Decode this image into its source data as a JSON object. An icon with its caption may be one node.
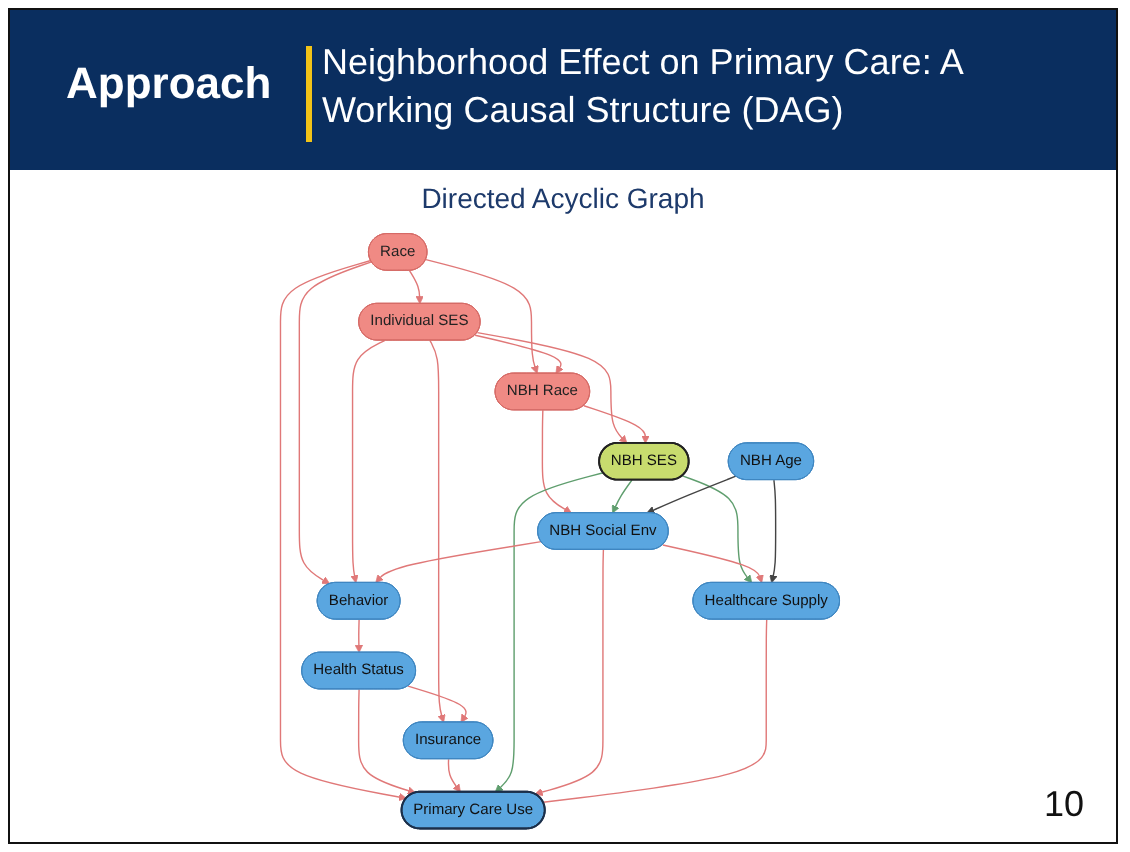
{
  "diagram": {
    "title": "Neighborhood Effect on Primary Care: A Working Causal Structure (DAG)",
    "nodes": [
      {
        "text": [
          "Race"
        ]
      },
      {
        "text": [
          "Insurance"
        ]
      },
      {
        "text": [
          "Health Status"
        ]
      },
      {
        "text": [
          "Individual SES"
        ]
      },
      {
        "text": [
          "Behavior"
        ]
      },
      {
        "text": [
          "NBH Race"
        ]
      },
      {
        "text": [
          "NBH SES"
        ]
      },
      {
        "text": [
          "Primary Care Use"
        ]
      },
      {
        "text": [
          "NBH Social Env"
        ]
      },
      {
        "text": [
          "Healthcare Supply"
        ]
      },
      {
        "text": [
          "NBH Age"
        ]
      }
    ],
    "edges": [
      {
        "from": 0,
        "to": 3,
        "arrow": "to"
      },
      {
        "from": 0,
        "to": 4,
        "arrow": "to"
      },
      {
        "from": 0,
        "to": 5,
        "arrow": "to"
      },
      {
        "from": 0,
        "to": 7,
        "arrow": "to"
      },
      {
        "from": 3,
        "to": 1,
        "arrow": "to"
      },
      {
        "from": 3,
        "to": 4,
        "arrow": "to"
      },
      {
        "from": 3,
        "to": 5,
        "arrow": "to"
      },
      {
        "from": 3,
        "to": 6,
        "arrow": "to"
      },
      {
        "from": 2,
        "to": 1,
        "arrow": "to"
      },
      {
        "from": 2,
        "to": 7,
        "arrow": "to"
      },
      {
        "from": 4,
        "to": 2,
        "arrow": "to"
      },
      {
        "from": 1,
        "to": 7,
        "arrow": "to"
      },
      {
        "from": 5,
        "to": 6,
        "arrow": "to"
      },
      {
        "from": 5,
        "to": 8,
        "arrow": "to"
      },
      {
        "from": 6,
        "to": 7,
        "arrow": "to",
        "color": "#5f9e6e"
      },
      {
        "from": 6,
        "to": 9,
        "arrow": "to",
        "color": "#5f9e6e"
      },
      {
        "from": 6,
        "to": 8,
        "arrow": "to",
        "color": "#5f9e6e"
      },
      {
        "from": 8,
        "to": 4,
        "arrow": "to"
      },
      {
        "from": 8,
        "to": 7,
        "arrow": "to"
      },
      {
        "from": 8,
        "to": 9,
        "arrow": "to"
      },
      {
        "from": 9,
        "to": 7,
        "arrow": "none"
      },
      {
        "from": 10,
        "to": 8,
        "arrow": "to",
        "color": "#444444"
      },
      {
        "from": 10,
        "to": 9,
        "arrow": "to",
        "color": "#444444"
      }
    ],
    "labels": [
      "Approach",
      "Directed Acyclic Graph",
      "10"
    ]
  }
}
